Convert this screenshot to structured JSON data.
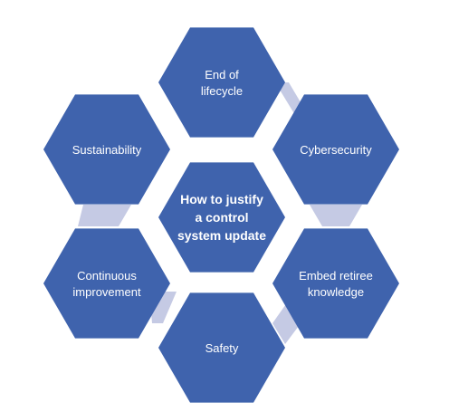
{
  "colors": {
    "hex_fill": "#3f63ad",
    "connector_fill": "#c5cae4",
    "text": "#ffffff",
    "background": "#ffffff"
  },
  "center": {
    "lines": [
      "How to justify",
      "a control",
      "system update"
    ]
  },
  "nodes": [
    {
      "id": "end-of-lifecycle",
      "lines": [
        "End of",
        "lifecycle"
      ]
    },
    {
      "id": "cybersecurity",
      "lines": [
        "Cybersecurity"
      ]
    },
    {
      "id": "embed-retiree-knowledge",
      "lines": [
        "Embed retiree",
        "knowledge"
      ]
    },
    {
      "id": "safety",
      "lines": [
        "Safety"
      ]
    },
    {
      "id": "continuous-improvement",
      "lines": [
        "Continuous",
        "improvement"
      ]
    },
    {
      "id": "sustainability",
      "lines": [
        "Sustainability"
      ]
    }
  ]
}
